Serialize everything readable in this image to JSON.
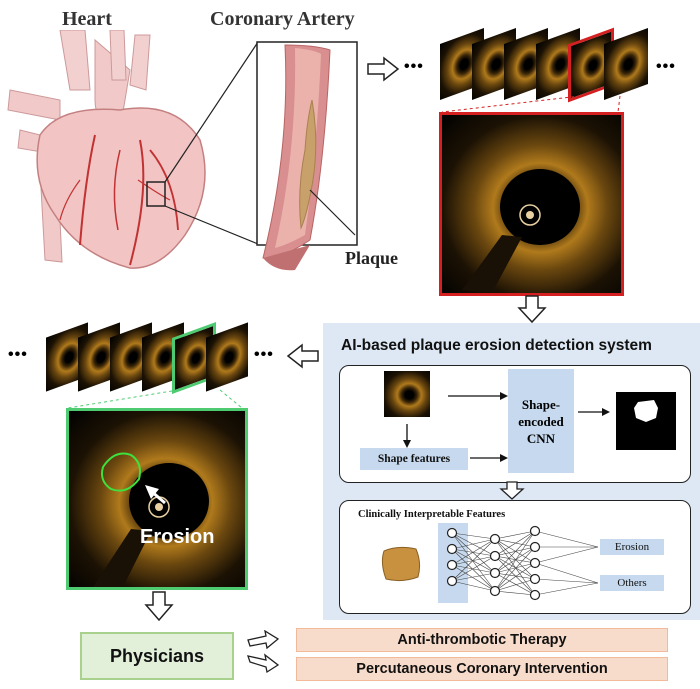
{
  "labels": {
    "heart": "Heart",
    "coronary_artery": "Coronary Artery",
    "plaque": "Plaque",
    "erosion": "Erosion",
    "ellipsis": "•••"
  },
  "ai_system": {
    "title": "AI-based plaque erosion detection system",
    "cnn_label": "Shape-\nencoded\nCNN",
    "shape_features": "Shape features",
    "clinical_features": "Clinically Interpretable Features",
    "out_erosion": "Erosion",
    "out_others": "Others"
  },
  "outcomes": {
    "physicians": "Physicians",
    "therapy": "Anti-thrombotic Therapy",
    "pci": "Percutaneous Coronary Intervention"
  },
  "colors": {
    "highlight_red": "#d42020",
    "highlight_green": "#4ecb71",
    "panel_blue": "#dde8f4",
    "feature_blue": "#c6d9ee",
    "outcome_orange": "#f8dccb",
    "physician_green": "#e2f0d9"
  }
}
